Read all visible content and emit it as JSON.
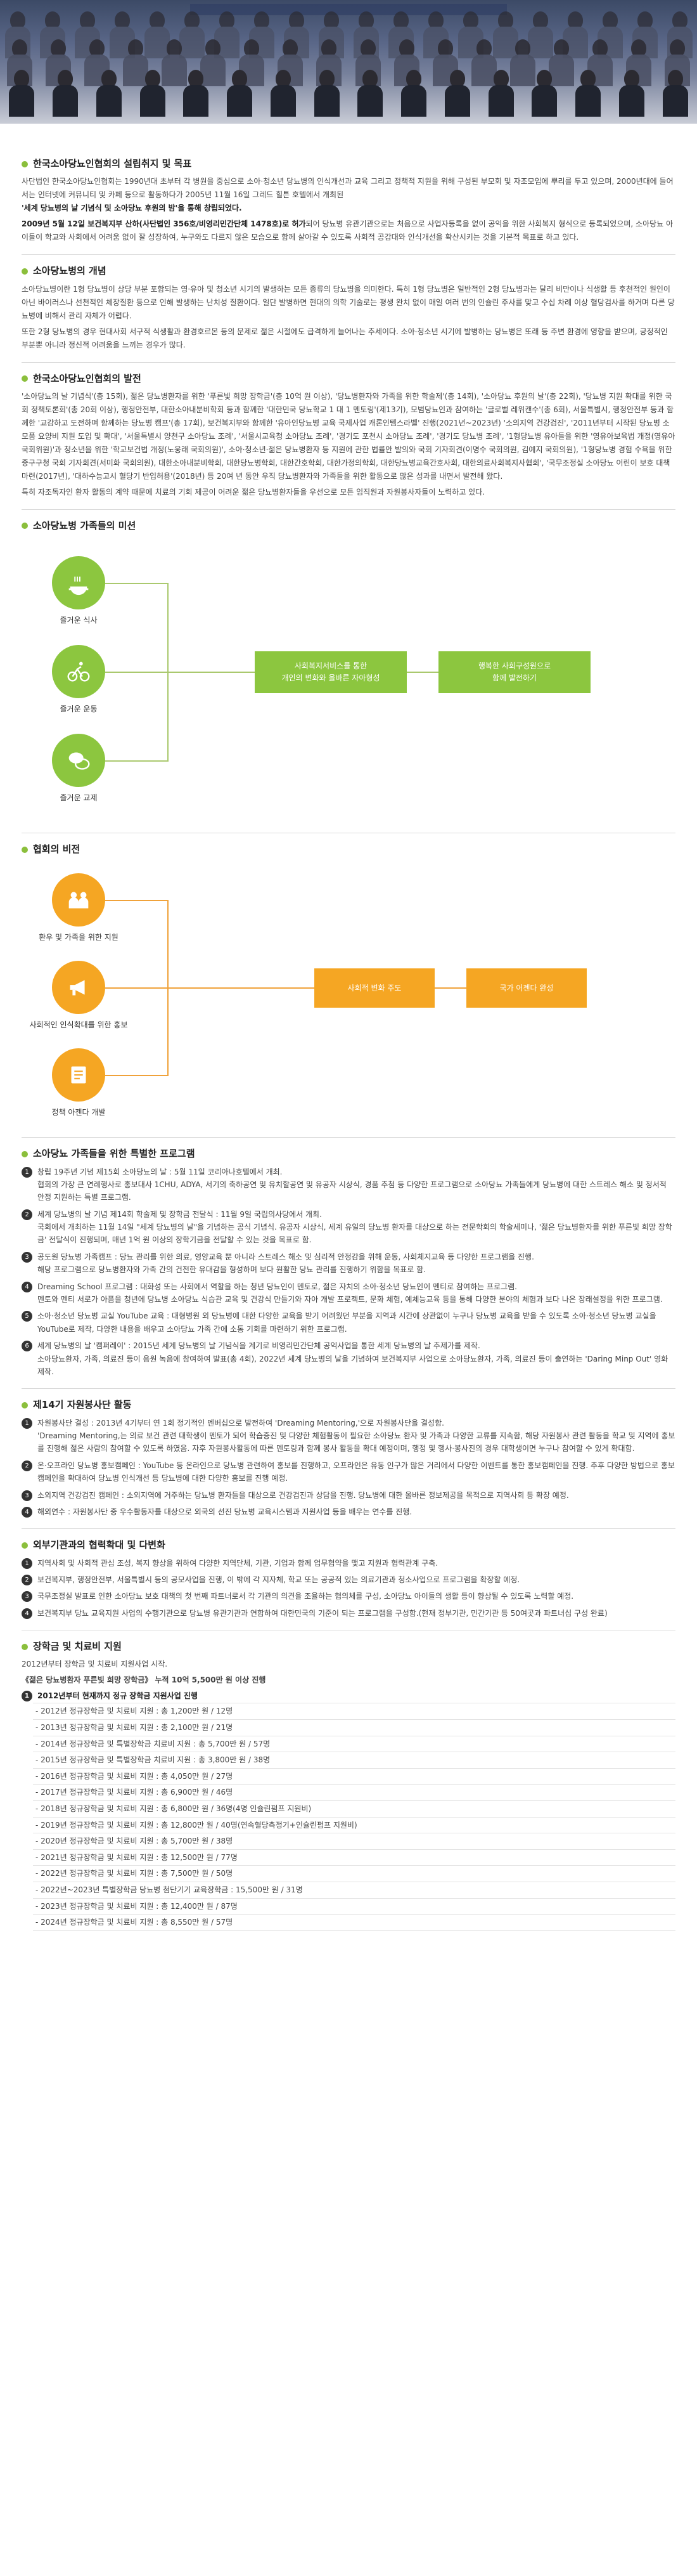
{
  "sections": {
    "s1": {
      "title": "한국소아당뇨인협회의 설립취지 및 목표",
      "p1": "사단법인 한국소아당뇨인협회는 1990년대 초부터 각 병원을 중심으로 소아·청소년 당뇨병의 인식개선과 교육 그리고 정책적 지원을 위해 구성된 부모회 및 자조모임에 뿌리를 두고 있으며, 2000년대에 들어서는 인터넷에 커뮤니티 및 카페 등으로 활동하다가 2005년 11월 16일 그레드 힐튼 호텔에서 개최된",
      "p1b": "'세계 당뇨병의 날 기념식 및 소아당뇨 후원의 밤'을 통해 창립되었다.",
      "p2a": "2009년 5월 12일 보건복지부 산하(사단법인 356호/비영리민간단체 1478호)로 허가",
      "p2b": "되어 당뇨병 유관기관으로는 처음으로 사업자등록을 없이 공익을 위한 사회복지 형식으로 등록되었으며, 소아당뇨 아이들이 학교와 사회에서 어려움 없이 잘 성장하여, 누구와도 다르지 않은 모습으로 함께 살아갈 수 있도록 사회적 공감대와 인식개선을 확산시키는 것을 기본적 목표로 하고 있다."
    },
    "s2": {
      "title": "소아당뇨병의 개념",
      "p1": "소아당뇨병이란 1형 당뇨병이 상당 부분 포함되는 영·유아 및 청소년 시기의 발생하는 모든 종류의 당뇨병을 의미한다. 특히 1형 당뇨병은 일반적인 2형 당뇨병과는 달리 비만이나 식생활 등 후천적인 원인이 아닌 바이러스나 선천적인 체장질환 등으로 인해 발생하는 난치성 질환이다. 일단 발병하면 현대의 의학 기술로는 평생 완치 없이 매일 여러 번의 인슐린 주사를 맞고 수십 차례 이상 혈당검사를 하거며 다른 당뇨병에 비해서 관리 자체가 어렵다.",
      "p2": "또한 2형 당뇨병의 경우 현대사회 서구적 식생활과 환경호르몬 등의 문제로 젊은 시절에도 급격하게 늘어나는 추세이다. 소아·청소년 시기에 발병하는 당뇨병은 또래 등 주변 환경에 영향을 받으며, 긍정적인 부분뿐 아니라 정신적 어려움을 느끼는 경우가 많다."
    },
    "s3": {
      "title": "한국소아당뇨인협회의 발전",
      "p1": "'소아당뇨의 날 기념식'(총 15회), 젊은 당뇨병환자를 위한 '푸른빛 희망 장학금'(총 10억 원 이상), '당뇨병환자와 가족을 위한 학술제'(총 14회), '소아당뇨 후원의 날'(총 22회), '당뇨병 지원 확대를 위한 국회 정책토론회'(총 20회 이상), 행정안전부, 대한소아내분비학회 등과 함께한 '대한민국 당뇨학교 1 대 1 멘토링'(제13기), 모범당뇨인과 참여하는 '글로벌 레위캔수'(총 6회), 서울특별시, 행정안전부 등과 함께한 '교감하고 도전하며 함께하는 당뇨병 캠프'(총 17회), 보건복지부와 함께한 '유아인당뇨병 교육 국제사업 캐론인템스라벨' 진행(2021년~2023년) '소의지역 건강검진', '2011년부터 시작된 당뇨병 소모품 요양비 지원 도입 및 확대', '서울특별시 양천구 소아당뇨 조례', '서울시교육청 소아당뇨 조례', '경기도 포천시 소아당뇨 조례', '경기도 당뇨병 조례', '1형당뇨병 유아들을 위한 '영유아보육법 개정(영유아 국회위원)'과 청소년을 위한 '학교보건법 개정(노웅래 국회의원)', 소아·청소년·젊은 당뇨병환자 등 지원에 관한 법률안 발의와 국회 기자회견(이명수 국회의원, 김예지 국회의원), '1형당뇨병 경험 수욕을 위한 중구구청 국회 기자회견(서미화 국회의원), 대한소아내분비학회, 대한당뇨병학회, 대한간호학회, 대한가정의학회, 대한당뇨병교육간호사회, 대한의료사회복지사협회', '국무조정실 소아당뇨 어린이 보호 대책 마련(2017년), '대하수능고시 혈당기 반입허용'(2018년) 등 20여 년 동안 우직 당뇨병환자와 가족들을 위한 활동으로 많은 성과를 내면서 발전해 왔다.",
      "p2": "특히 자조독자인 환자 활동의 계약 때문에 치료의 기회 제공이 어려운 젊은 당뇨병환자들을 우선으로 모든 임직원과 자원봉사자들이 노력하고 있다."
    },
    "mission": {
      "title": "소아당뇨병 가족들의 미션",
      "items": [
        {
          "label": "즐거운 식사",
          "icon": "meal-icon"
        },
        {
          "label": "즐거운 운동",
          "icon": "cycling-icon"
        },
        {
          "label": "즐거운 교제",
          "icon": "chat-icon"
        }
      ],
      "box1": "사회복지서비스를 통한\n개인의 변화와 올바른 자아형성",
      "box2": "행복한 사회구성원으로\n함께 발전하기",
      "colors": {
        "circle": "#8cc63f",
        "box": "#8cc63f",
        "line": "#aac96e"
      }
    },
    "vision": {
      "title": "협회의 비전",
      "items": [
        {
          "label": "환우 및 가족을 위한 지원",
          "icon": "family-icon"
        },
        {
          "label": "사회적인 인식확대를 위한 홍보",
          "icon": "megaphone-icon"
        },
        {
          "label": "정책 아젠다 개발",
          "icon": "agenda-icon"
        }
      ],
      "box1": "사회적 변화 주도",
      "box2": "국가 어젠다 완성",
      "colors": {
        "circle": "#f5a623",
        "box": "#f5a623",
        "line": "#f0a23a"
      }
    },
    "programs": {
      "title": "소아당뇨 가족들을 위한 특별한 프로그램",
      "items": [
        "창립 19주년 기념 제15회 소아당뇨의 날 : 5월 11일 코리아나호텔에서 개최.\n협회의 가장 큰 연례행사로 홍보대사 1CHU, ADYA, 서기의 축하공연 및 유치할공연 및 유공자 시상식, 경품 추첨 등 다양한 프로그램으로 소아당뇨 가족들에게 당뇨병에 대한 스트레스 해소 및 정서적 안정 지원하는 특별 프로그램.",
        "세계 당뇨병의 날 기념 제14회 학술제 및 장학금 전달식 : 11월 9일 국립의사당에서 개최.\n국회에서 개최하는 11월 14일 \"세계 당뇨병의 날\"을 기념하는 공식 기념식. 유공자 시상식, 세계 유일의 당뇨병 환자를 대상으로 하는 전문학회의 학술세미나, '젊은 당뇨병환자를 위한 푸른빛 희망 장학금' 전달식이 진행되며, 매년 1억 원 이상의 장학기금을 전달할 수 있는 것을 목표로 함.",
        "공도원 당뇨병 가족캠프 : 당뇨 관리를 위한 의료, 영양교육 뿐 아니라 스트레스 해소 및 심리적 안정감을 위해 운동, 사회체지교육 등 다양한 프로그램을 진행.\n해당 프로그램으로 당뇨병환자와 가족 간의 건전한 유대감을 형성하며 보다 원활한 당뇨 관리를 진행하기 위함을 목표로 함.",
        "Dreaming School 프로그램 : 대화성 또는 사회에서 역할을 하는 청년 당뇨인이 멘토로, 젊은 자치의 소아·청소년 당뇨인이 멘티로 참여하는 프로그램.\n멘토와 멘티 서로가 아픔을 청년에 당뇨병 소아당뇨 식습관 교육 및 건강식 만들기와 자아 개발 프로젝트, 문화 체험, 예체능교육 등을 통해 다양한 분야의 체험과 보다 나은 장래설정을 위한 프로그램.",
        "소아·청소년 당뇨병 교실 YouTube 교육 : 대형병원 외 당뇨병에 대한 다양한 교육을 받기 어려웠던 부분을 지역과 시간에 상관없이 누구나 당뇨병 교육을 받을 수 있도록 소아·청소년 당뇨병 교실을 YouTube로 제작, 다양한 내용을 배우고 소아당뇨 가족 간에 소통 기회를 마련하기 위한 프로그램.",
        "세계 당뇨병의 날 '캠퍼레이' : 2015년 세계 당뇨병의 날 기념식을 계기로 비영리민간단체 공익사업을 통한 세계 당뇨병의 날 추제가를 제작.\n소아당뇨환자, 가족, 의료진 등이 음원 녹음에 참여하여 발표(총 4회), 2022년 세계 당뇨병의 날을 기념하여 보건복지부 사업으로 소아당뇨환자, 가족, 의료진 등이 출연하는 'Daring Minp Out' 영화 제작."
      ]
    },
    "volunteer": {
      "title": "제14기 자원봉사단 활동",
      "items": [
        "자원봉사단 결성 : 2013년 4기부터 연 1회 정기적인 멘버십으로 발전하여 'Dreaming Mentoring,'으로 자원봉사단을 결성함.\n'Dreaming Mentoring,는 의료 보건 관련 대학생이 멘토가 되어 학습증진 및 다양한 체험활동이 필요한 소아당뇨 환자 및 가족과 다양한 교류를 지속함, 해당 자원봉사 관련 활동을 학교 및 지역에 홍보를 진행해 젊은 사람의 참여할 수 있도록 하였음. 자후 자원봉사활동에 따른 멘토링과 함께 봉사 활동을 확대 예정이며, 행정 및 행사·봉사진의 경우 대학생이면 누구나 참여할 수 있게 확대함.",
        "온·오프라인 당뇨병 홍보캠페인 : YouTube 등 온라인으로 당뇨병 관련하여 홍보를 진행하고, 오프라인은 유동 인구가 많은 거리에서 다양한 이벤트를 통한 홍보캠페인을 진행. 추후 다양한 방법으로 홍보캠페인을 확대하여 당뇨병 인식개선 등 당뇨병에 대한 다양한 홍보를 진행 예정.",
        "소외지역 건강검진 캠페인 : 소외지역에 거주하는 당뇨병 환자들을 대상으로 건강검진과 상담을 진행. 당뇨병에 대한 올바른 정보제공을 목적으로 지역사회 등 확장 예정.",
        "해외연수 : 자원봉사단 중 우수활동자를 대상으로 외국의 선진 당뇨병 교육시스템과 지원사업 등을 배우는 연수를 진행."
      ]
    },
    "external": {
      "title": "외부기관과의 협력확대 및 다변화",
      "items": [
        "지역사회 및 사회적 관심 조성, 복지 향상을 위하여 다양한 지역단체, 기관, 기업과 함께 업무협약을 맺고 지원과 협력관계 구축.",
        "보건복지부, 행정안전부, 서울특별시 등의 공모사업을 진행, 이 밖에 각 지자체, 학교 또는 공공적 있는 의료기관과 청소사업으로 프로그램을 확장할 예정.",
        "국무조정실 발표로 인한 소아당뇨 보호 대책의 첫 번째 파트너로서 각 기관의 의견을 조율하는 협의체를 구성, 소아당뇨 아이들의 생활 등이 향상될 수 있도록 노력할 예정.",
        "보건복지부 당뇨 교육지원 사업의 수행기관으로 당뇨병 유관기관과 연합하여 대한민국의 기준이 되는 프로그램을 구성함.(현재 정부기관, 민간기관 등 50여곳과 파트너십 구성 완료)"
      ]
    },
    "scholarship": {
      "title": "장학금 및 치료비 지원",
      "p1": "2012년부터 장학금 및 치료비 지원사업 시작.",
      "p2": "《젊은 당뇨병환자 푸른빛 희망 장학금》 누적 10억 5,500만 원 이상 진행",
      "head": "2012년부터 현재까지 정규 장학금 지원사업 진행",
      "rows": [
        "- 2012년 정규장학금 및 치료비 지원 : 총 1,200만 원 / 12명",
        "- 2013년 정규장학금 및 치료비 지원 : 총 2,100만 원 / 21명",
        "- 2014년 정규장학금 및 특별장학금 치료비 지원 : 총 5,700만 원 / 57명",
        "- 2015년 정규장학금 및 특별장학금 치료비 지원 : 총 3,800만 원 / 38명",
        "- 2016년 정규장학금 및 치료비 지원 : 총 4,050만 원 / 27명",
        "- 2017년 정규장학금 및 치료비 지원 : 총 6,900만 원 / 46명",
        "- 2018년 정규장학금 및 치료비 지원 : 총 6,800만 원 / 36명(4명 인슐린펌프 지원비)",
        "- 2019년 정규장학금 및 치료비 지원 : 총 12,800만 원 / 40명(연속혈당측정기+인슐린펌프 지원비)",
        "- 2020년 정규장학금 및 치료비 지원 : 총 5,700만 원 / 38명",
        "- 2021년 정규장학금 및 치료비 지원 : 총 12,500만 원 / 77명",
        "- 2022년 정규장학금 및 치료비 지원 : 총 7,500만 원 / 50명",
        "- 2022년~2023년 특별장학금 당뇨병 첨단기기 교육장학금 : 15,500만 원 / 31명",
        "- 2023년 정규장학금 및 치료비 지원 : 총 12,400만 원 / 87명",
        "- 2024년 정규장학금 및 치료비 지원 : 총 8,550만 원 / 57명"
      ]
    }
  }
}
